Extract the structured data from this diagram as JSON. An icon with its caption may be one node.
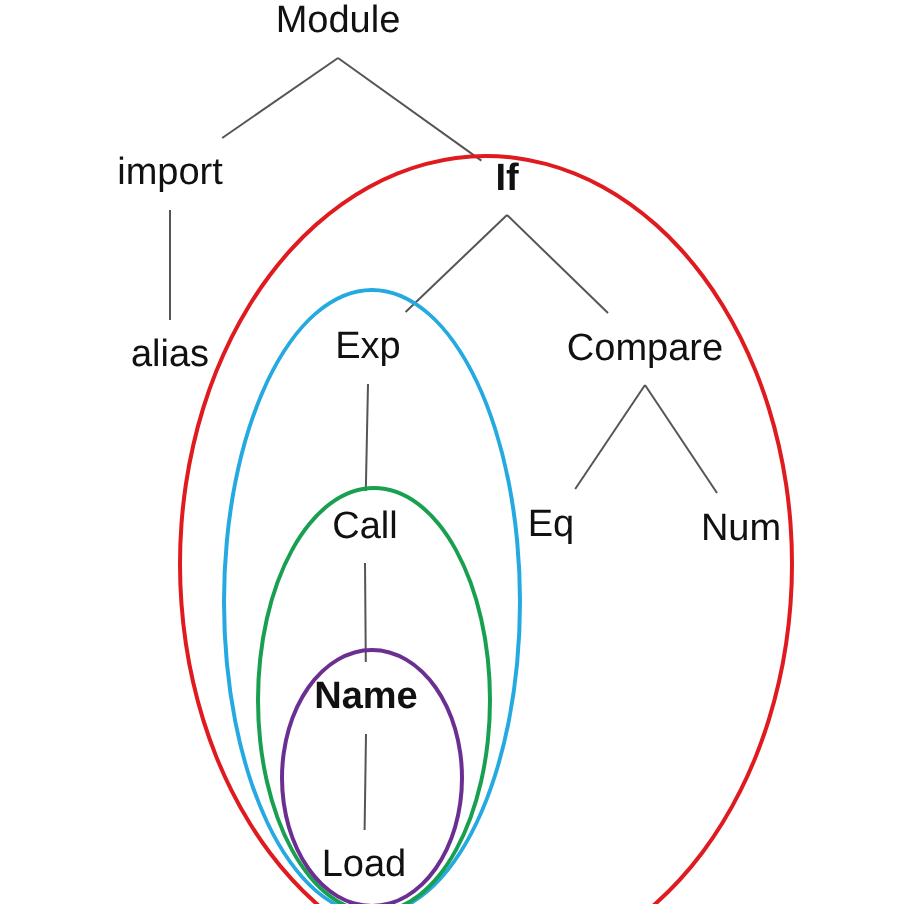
{
  "diagram": {
    "nodes": [
      {
        "text": [
          "Module"
        ]
      },
      {
        "text": [
          "import"
        ]
      },
      {
        "text": [],
        "shape": "ellipse"
      },
      {
        "text": [
          "If"
        ],
        "in": 2
      },
      {
        "text": [
          "alias"
        ]
      },
      {
        "text": [],
        "shape": "ellipse",
        "in": 2
      },
      {
        "text": [
          "Exp"
        ],
        "in": 5
      },
      {
        "text": [
          "Compare"
        ],
        "in": 2
      },
      {
        "text": [],
        "shape": "ellipse",
        "in": 5
      },
      {
        "text": [
          "Call"
        ],
        "in": 8
      },
      {
        "text": [
          "Eq"
        ],
        "in": 2
      },
      {
        "text": [
          "Num"
        ],
        "in": 2
      },
      {
        "text": [],
        "shape": "ellipse",
        "in": 8
      },
      {
        "text": [
          "Name"
        ],
        "in": 12
      },
      {
        "text": [
          "Load"
        ],
        "in": 12
      }
    ],
    "edges": [
      {
        "from": 0,
        "to": 1,
        "arrow": "none"
      },
      {
        "from": 0,
        "to": 3,
        "arrow": "none"
      },
      {
        "from": 1,
        "to": 4,
        "arrow": "none"
      },
      {
        "from": 3,
        "to": 6,
        "arrow": "none"
      },
      {
        "from": 3,
        "to": 7,
        "arrow": "none"
      },
      {
        "from": 6,
        "to": 9,
        "arrow": "none"
      },
      {
        "from": 7,
        "to": 10,
        "arrow": "none"
      },
      {
        "from": 7,
        "to": 11,
        "arrow": "none"
      },
      {
        "from": 9,
        "to": 13,
        "arrow": "none"
      },
      {
        "from": 13,
        "to": 14,
        "arrow": "none"
      }
    ]
  }
}
